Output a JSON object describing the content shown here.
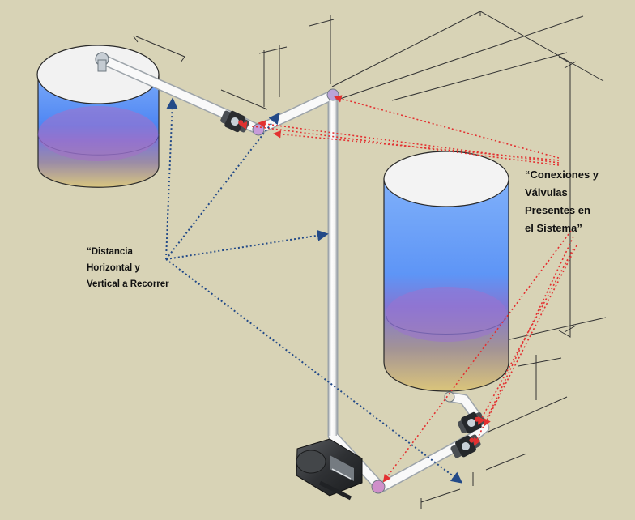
{
  "annotations": {
    "distance": [
      "“Distancia",
      "Horizontal y",
      "Vertical a Recorrer"
    ],
    "connections": [
      "“Conexiones y",
      "Válvulas",
      "Presentes en",
      "el Sistema”"
    ]
  },
  "colors": {
    "background": "#d8d3b6",
    "tank_water": "#3f7ff2",
    "tank_bottom": "#d6c47e",
    "pipe": "#f7f7f7",
    "pointer_red": "#e33030",
    "pointer_blue": "#3a5f9e",
    "dimension_lines": "#333333"
  }
}
